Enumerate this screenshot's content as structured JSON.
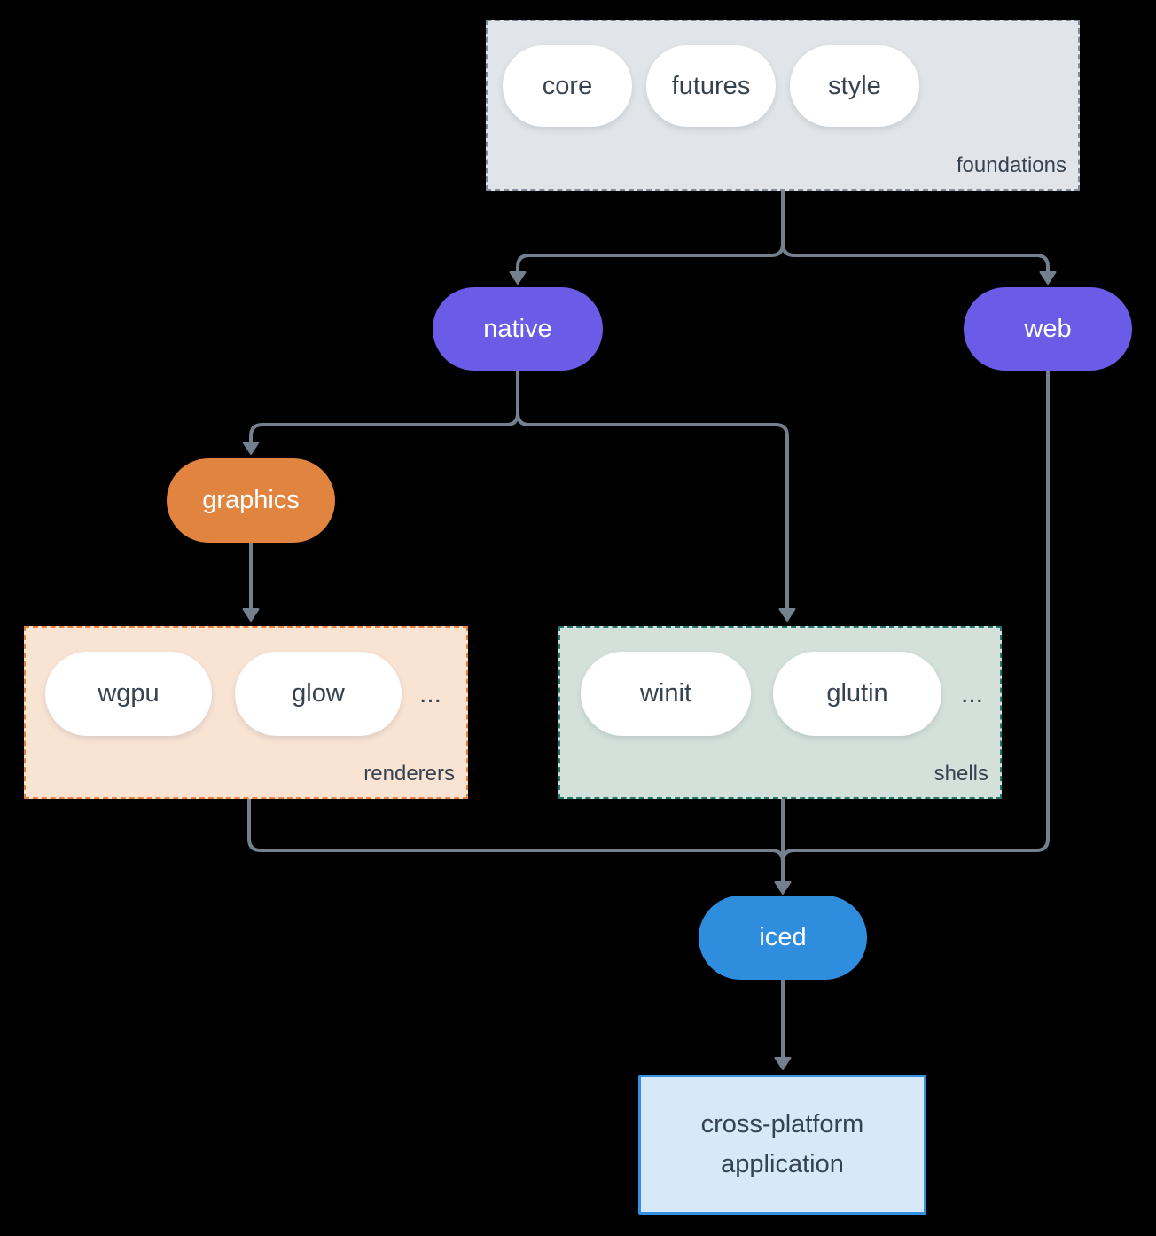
{
  "colors": {
    "canvas-bg": "#000000",
    "arrow": "#75808e",
    "dark-text": "#36424f",
    "pill-bg": "#ffffff",
    "purple": "#6b5ce7",
    "orange": "#e08440",
    "blue": "#2f8dde",
    "foundations-bg": "#e1e5e9",
    "foundations-border": "#7e8c9c",
    "renderers-bg": "#f9e4d4",
    "renderers-border": "#e8823b",
    "shells-bg": "#d4e1db",
    "shells-border": "#23786b",
    "app-bg": "#d7e9f9",
    "app-border": "#3390e2"
  },
  "diagram": {
    "foundations": {
      "label": "foundations",
      "items": [
        "core",
        "futures",
        "style"
      ]
    },
    "native": {
      "label": "native"
    },
    "web": {
      "label": "web"
    },
    "graphics": {
      "label": "graphics"
    },
    "renderers": {
      "label": "renderers",
      "items": [
        "wgpu",
        "glow"
      ],
      "more": "..."
    },
    "shells": {
      "label": "shells",
      "items": [
        "winit",
        "glutin"
      ],
      "more": "..."
    },
    "iced": {
      "label": "iced"
    },
    "application": {
      "lines": [
        "cross-platform",
        "application"
      ]
    }
  }
}
